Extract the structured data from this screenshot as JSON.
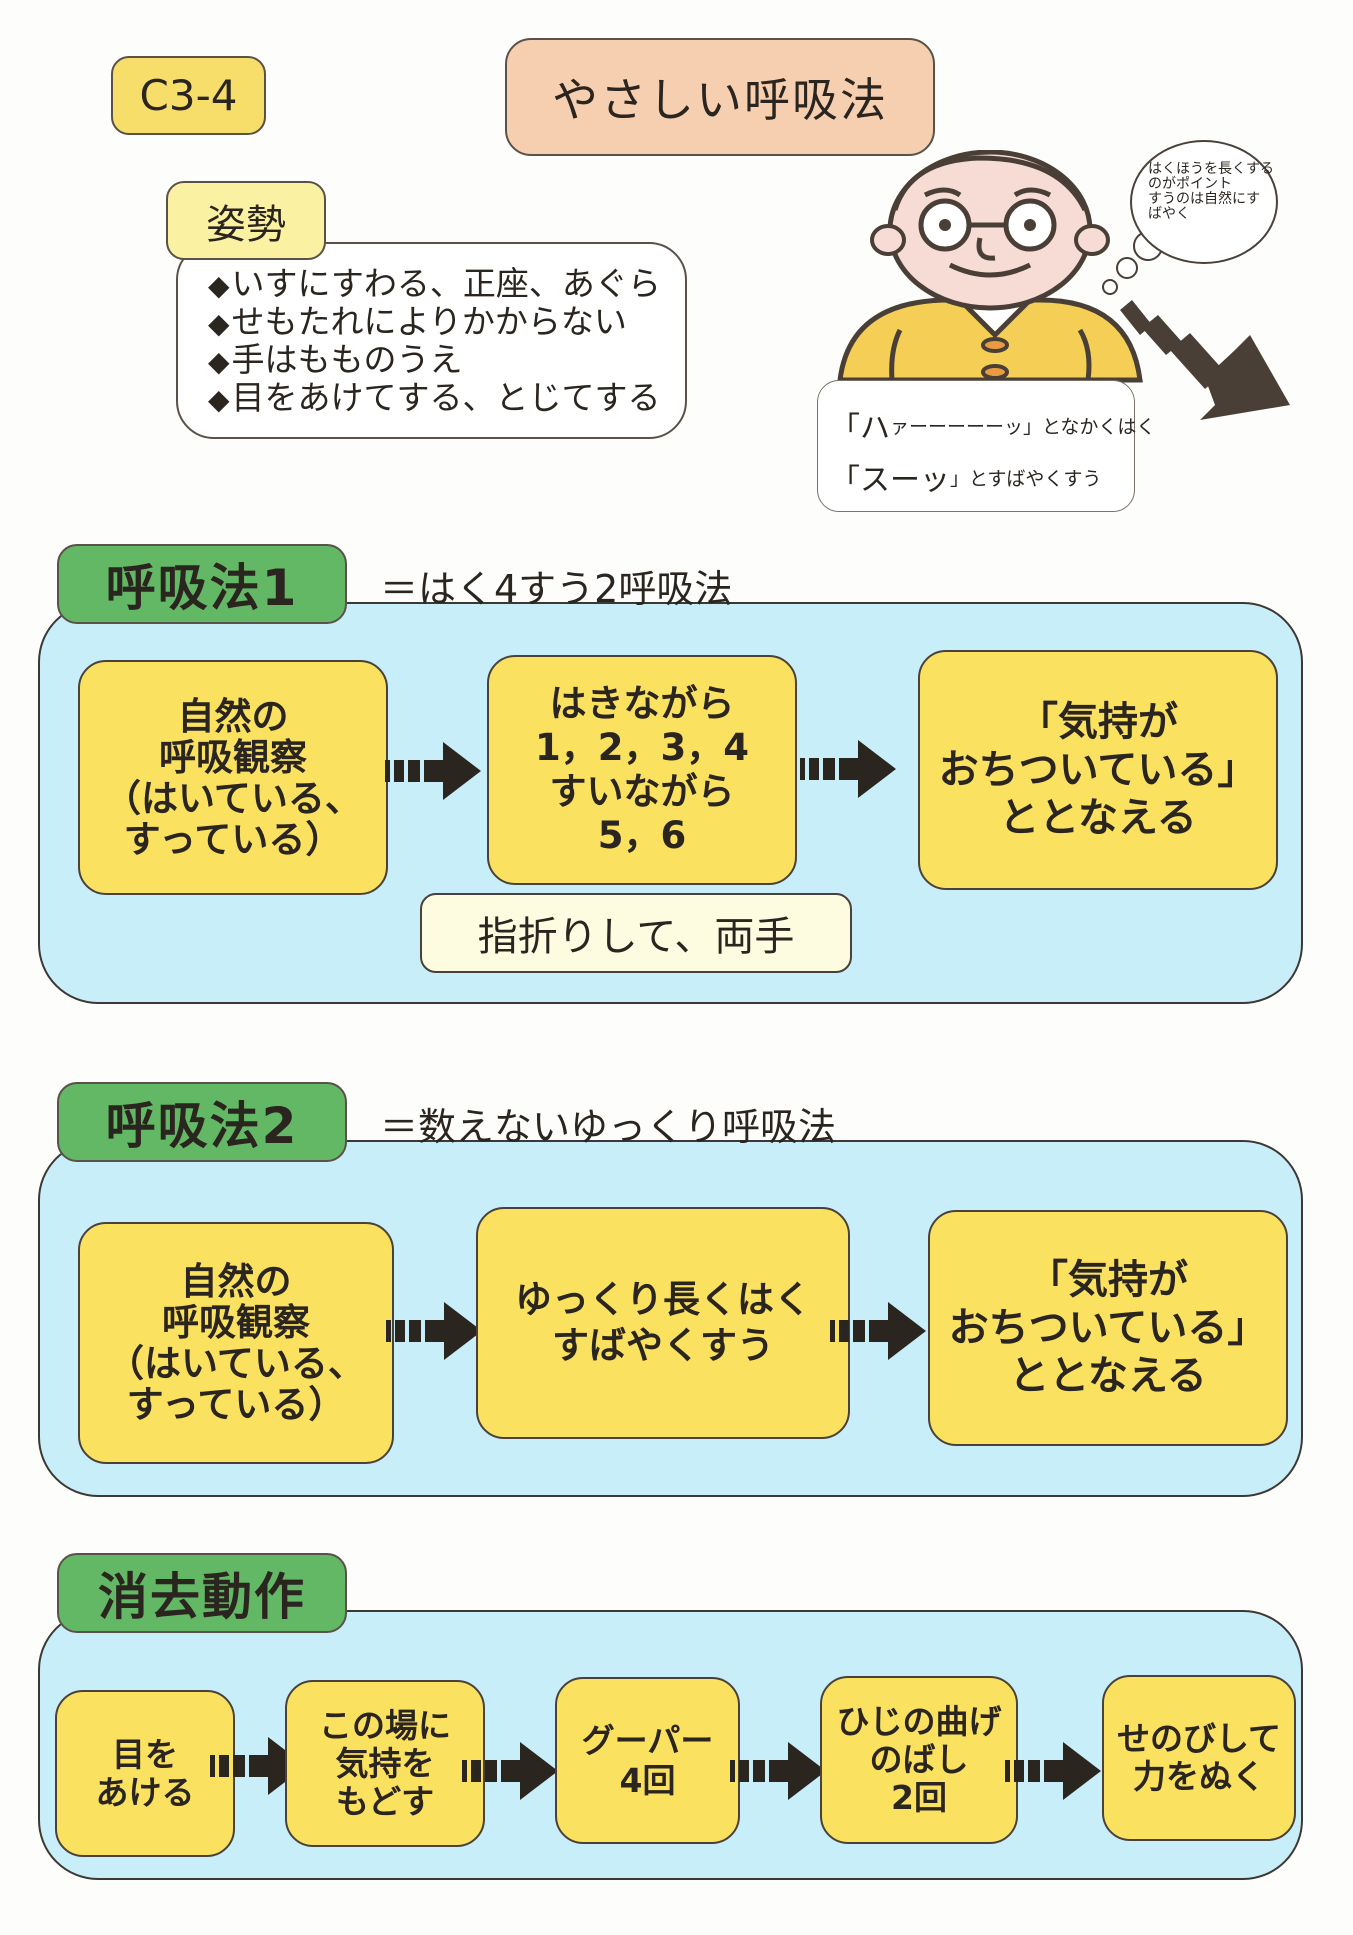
{
  "header": {
    "code": "C3-4",
    "title": "やさしい呼吸法"
  },
  "posture": {
    "label": "姿勢",
    "bullet_icon": "diamond",
    "items": [
      "いすにすわる、正座、あぐら",
      "せもたれによりかからない",
      "手はもものうえ",
      "目をあけてする、とじてする"
    ]
  },
  "illustration": {
    "thought_bubble": [
      "はくほうを長くする",
      "のがポイント",
      "すうのは自然にす",
      "ばやく"
    ],
    "exhale": {
      "open": "「",
      "big": "ハ",
      "rest": "ァーーーーーッ」となかくはく"
    },
    "inhale": {
      "open": "「",
      "big": "スーッ",
      "rest": "」とすばやくすう"
    },
    "colors": {
      "sweater": "#f5cf55",
      "skin": "#f7dcd6",
      "arrow": "#4a3f36"
    }
  },
  "method1": {
    "label": "呼吸法1",
    "subtitle": "＝はく4すう2呼吸法",
    "steps": [
      {
        "lines": [
          "自然の",
          "呼吸観察",
          "（はいている、",
          "すっている）"
        ]
      },
      {
        "lines": [
          "はきながら",
          "1，2，3，4",
          "すいながら",
          "5，6"
        ]
      },
      {
        "lines": [
          "「気持が",
          "おちついている」",
          "ととなえる"
        ]
      }
    ],
    "note": "指折りして、両手"
  },
  "method2": {
    "label": "呼吸法2",
    "subtitle": "＝数えないゆっくり呼吸法",
    "steps": [
      {
        "lines": [
          "自然の",
          "呼吸観察",
          "（はいている、",
          "すっている）"
        ]
      },
      {
        "lines": [
          "ゆっくり長くはく",
          "すばやくすう"
        ]
      },
      {
        "lines": [
          "「気持が",
          "おちついている」",
          "ととなえる"
        ]
      }
    ]
  },
  "erase": {
    "label": "消去動作",
    "steps": [
      {
        "lines": [
          "目を",
          "あける"
        ]
      },
      {
        "lines": [
          "この場に",
          "気持を",
          "もどす"
        ]
      },
      {
        "lines": [
          "グーパー",
          "4回"
        ]
      },
      {
        "lines": [
          "ひじの曲げ",
          "のばし",
          "2回"
        ]
      },
      {
        "lines": [
          "せのびして",
          "力をぬく"
        ]
      }
    ]
  },
  "colors": {
    "badge_yellow": "#f7de6a",
    "title_peach": "#f6cfb0",
    "section_green": "#63b865",
    "panel_blue": "#c8eefa",
    "step_yellow": "#fbe160"
  }
}
